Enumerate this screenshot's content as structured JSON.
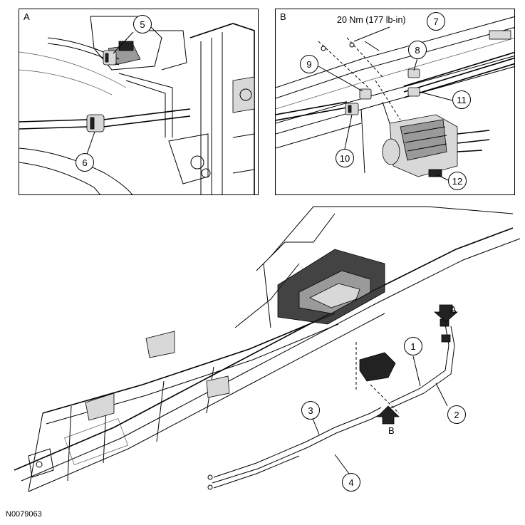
{
  "panel_a": {
    "letter": "A",
    "callouts": [
      "5",
      "6"
    ]
  },
  "panel_b": {
    "letter": "B",
    "torque_spec": "20 Nm (177 lb-in)",
    "callouts": [
      "7",
      "8",
      "9",
      "10",
      "11",
      "12"
    ]
  },
  "main_view": {
    "callouts": [
      "1",
      "2",
      "3",
      "4"
    ],
    "view_arrows": [
      "A",
      "B"
    ]
  },
  "figure_id": "N0079063"
}
